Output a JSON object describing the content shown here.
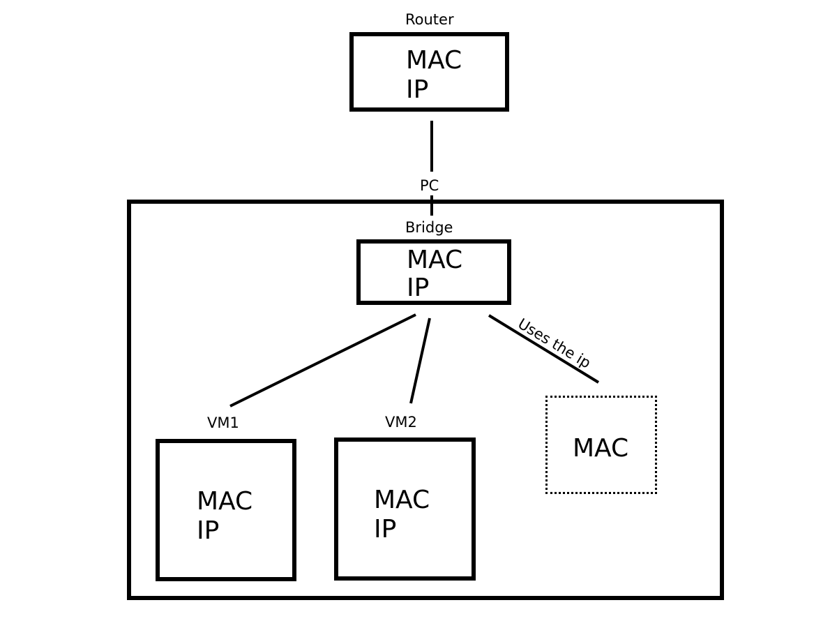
{
  "router": {
    "label": "Router",
    "line1": "MAC",
    "line2": "IP"
  },
  "pc": {
    "label": "PC"
  },
  "bridge": {
    "label": "Bridge",
    "line1": "MAC",
    "line2": "IP"
  },
  "vm1": {
    "label": "VM1",
    "line1": "MAC",
    "line2": "IP"
  },
  "vm2": {
    "label": "VM2",
    "line1": "MAC",
    "line2": "IP"
  },
  "macvtap": {
    "line1": "MAC"
  },
  "edge_note": "Uses the ip"
}
